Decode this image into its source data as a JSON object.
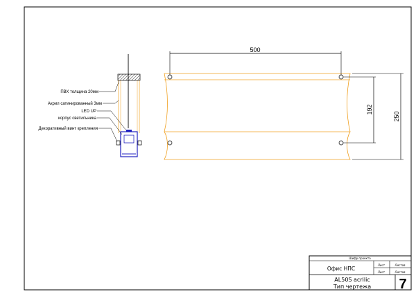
{
  "dimensions": {
    "width": "500",
    "inner_height": "192",
    "total_height": "250"
  },
  "callouts": [
    "ПВХ толщина 20мм",
    "Акрил сатинированный 3мм",
    "LED UP",
    "корпус светильника",
    "Декоративный винт крепления"
  ],
  "title_block": {
    "project_code_label": "Шифр проекта",
    "project_name": "Офис НПС",
    "sheet_label": "Лист",
    "sheets_label": "Листов",
    "drawing_name": "AL50S acrilic",
    "drawing_type": "Тип чертежа",
    "logo": "7"
  },
  "colors": {
    "frame": "#000000",
    "panel_outline": "#f0a020",
    "fixture": "#2020c0",
    "dimension": "#000000"
  }
}
